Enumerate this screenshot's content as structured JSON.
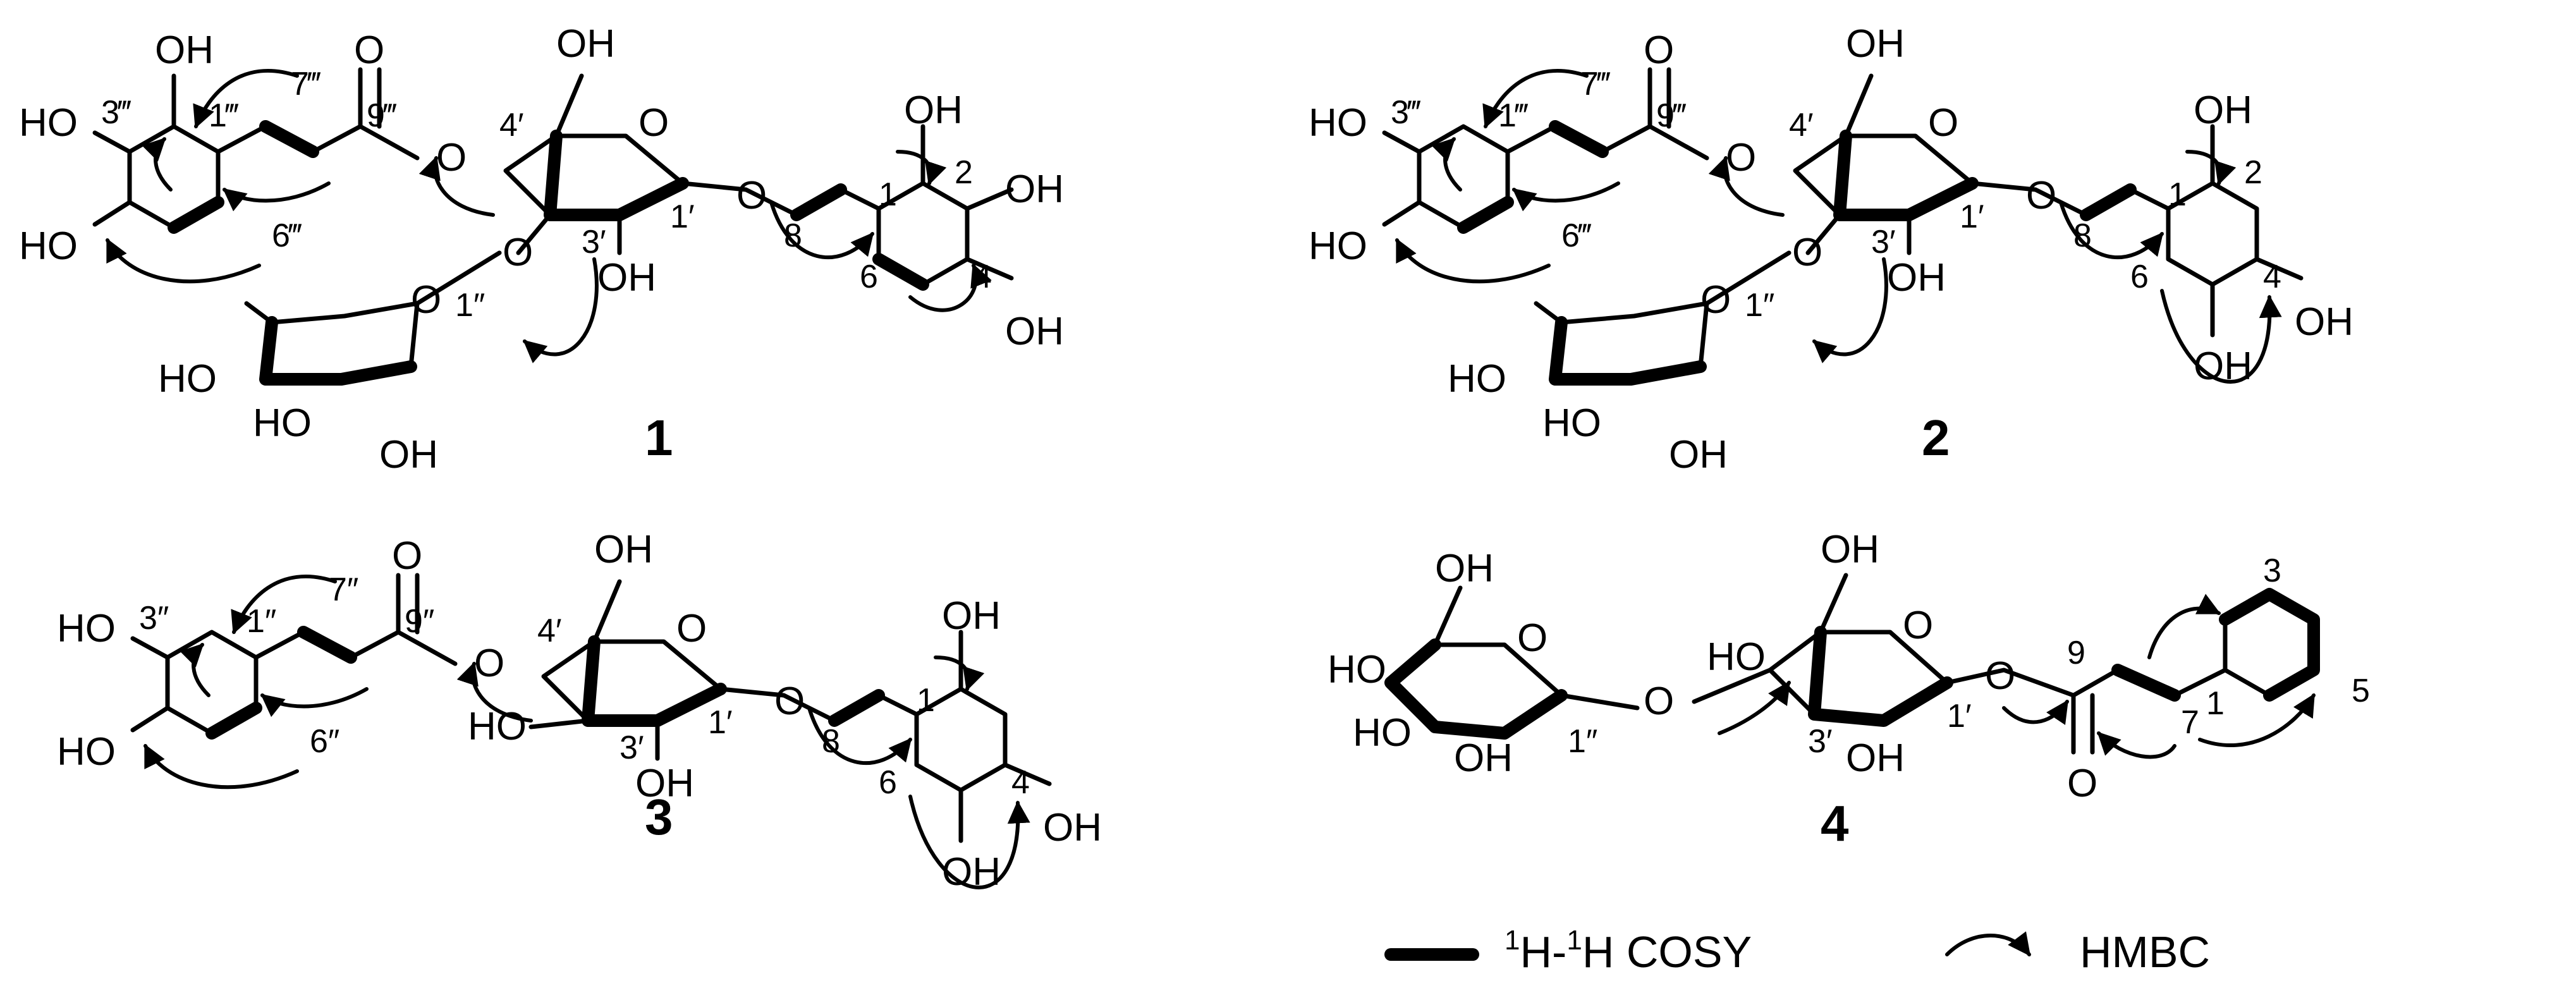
{
  "atoms": {
    "oh": "OH",
    "ho": "HO",
    "o": "O"
  },
  "locants": {
    "c1": [
      "3‴",
      "1‴",
      "7‴",
      "9‴",
      "4′",
      "3′",
      "1′",
      "1″",
      "8",
      "1",
      "2",
      "4",
      "6",
      "6‴"
    ],
    "c2": [
      "3‴",
      "1‴",
      "7‴",
      "9‴",
      "4′",
      "3′",
      "1′",
      "1″",
      "8",
      "1",
      "2",
      "4",
      "6",
      "6‴"
    ],
    "c3": [
      "3″",
      "1″",
      "7″",
      "9″",
      "4′",
      "3′",
      "1′",
      "8",
      "1",
      "4",
      "6",
      "6″"
    ],
    "c4": [
      "3",
      "5",
      "1",
      "7",
      "9",
      "1′",
      "3′",
      "1″"
    ]
  },
  "compounds": [
    "1",
    "2",
    "3",
    "4"
  ],
  "legend": {
    "cosy_sup": "1",
    "cosy_h1": "H-",
    "cosy_sup2": "1",
    "cosy_h2": "H COSY",
    "hmbc": "HMBC"
  }
}
